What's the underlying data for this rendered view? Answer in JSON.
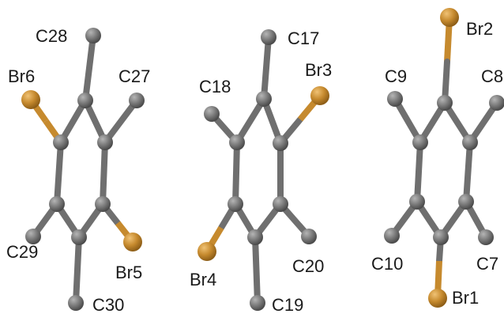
{
  "diagram": {
    "colors": {
      "carbon": "#6f6f6f",
      "carbon_highlight": "#b5b5b5",
      "bromine": "#c68a2e",
      "bromine_highlight": "#f0c275",
      "label": "#1a1a1a",
      "background": "#ffffff"
    },
    "molecules": [
      {
        "labels": [
          "C28",
          "Br6",
          "C27",
          "C29",
          "Br5",
          "C30"
        ]
      },
      {
        "labels": [
          "C17",
          "C18",
          "Br3",
          "Br4",
          "C20",
          "C19"
        ]
      },
      {
        "labels": [
          "Br2",
          "C9",
          "C8",
          "C10",
          "C7",
          "Br1"
        ]
      }
    ]
  }
}
